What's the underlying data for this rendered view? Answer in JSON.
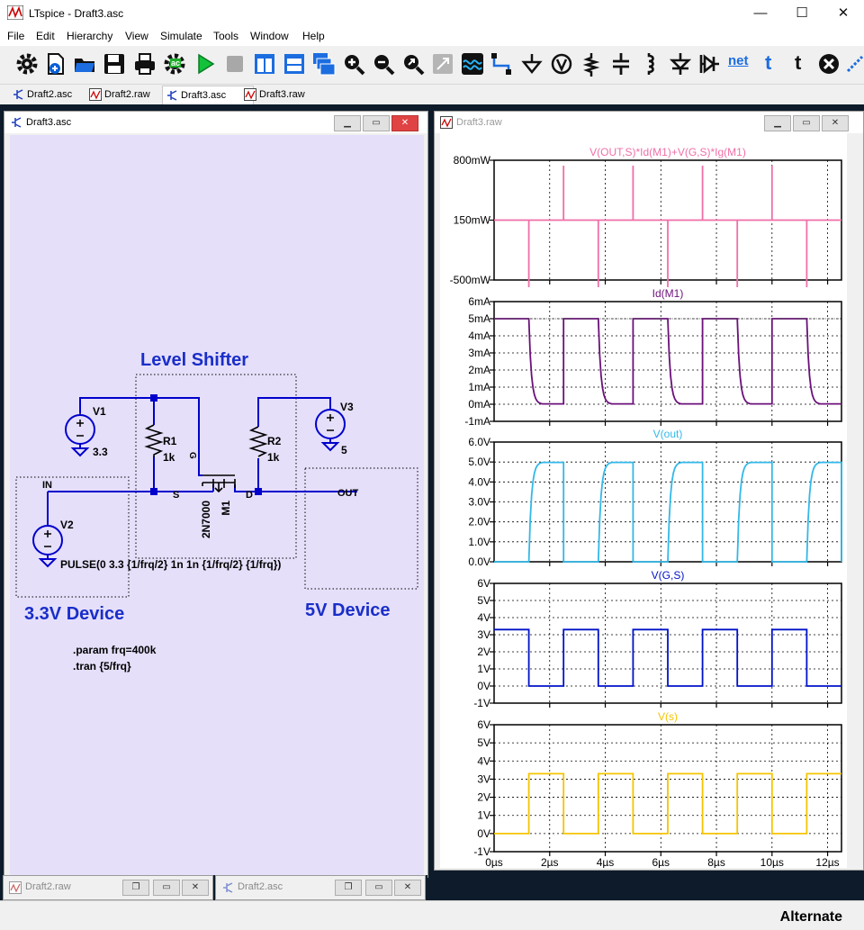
{
  "window": {
    "title": "LTspice - Draft3.asc",
    "minimize": "—",
    "maximize": "☐",
    "close": "✕"
  },
  "menu": [
    "File",
    "Edit",
    "Hierarchy",
    "View",
    "Simulate",
    "Tools",
    "Window",
    "Help"
  ],
  "toolbar": {
    "ac_label": "ac",
    "net_label": "net",
    "t_label": "t"
  },
  "tabs": [
    {
      "label": "Draft2.asc",
      "icon": "schematic-icon"
    },
    {
      "label": "Draft2.raw",
      "icon": "waveform-icon"
    },
    {
      "label": "Draft3.asc",
      "icon": "schematic-icon"
    },
    {
      "label": "Draft3.raw",
      "icon": "waveform-icon"
    }
  ],
  "schematic_window": {
    "title": "Draft3.asc"
  },
  "waveform_window": {
    "title": "Draft3.raw"
  },
  "schematic": {
    "level_shifter": "Level Shifter",
    "device_33": "3.3V Device",
    "device_5": "5V Device",
    "v1": "V1",
    "v1_val": "3.3",
    "v2": "V2",
    "v3": "V3",
    "v3_val": "5",
    "r1": "R1",
    "r1_val": "1k",
    "r2": "R2",
    "r2_val": "1k",
    "in": "IN",
    "out": "OUT",
    "gate": "G",
    "source": "S",
    "drain": "D",
    "mosfet_name": "M1",
    "mosfet_model": "2N7000",
    "pulse": "PULSE(0 3.3 {1/frq/2} 1n 1n {1/frq/2} {1/frq})",
    "param": ".param frq=400k",
    "tran": ".tran {5/frq}",
    "colors": {
      "wire": "#0000cc",
      "text": "#000000",
      "label": "#1a2ec9",
      "box": "#000000"
    }
  },
  "chart_data": [
    {
      "type": "line",
      "title": "V(OUT,S)*Id(M1)+V(G,S)*Ig(M1)",
      "color": "#f06fa8",
      "yticks": [
        "800mW",
        "150mW",
        "-500mW"
      ],
      "ylim": [
        -500,
        800
      ],
      "x": [
        0,
        12.5
      ],
      "period": 2.5,
      "spikes": {
        "up": 800,
        "down": -500,
        "base": 150
      }
    },
    {
      "type": "line",
      "title": "Id(M1)",
      "color": "#6b117a",
      "yticks": [
        "6mA",
        "5mA",
        "4mA",
        "3mA",
        "2mA",
        "1mA",
        "0mA",
        "-1mA"
      ],
      "ylim": [
        -1,
        6
      ],
      "high": 5,
      "low": 0
    },
    {
      "type": "line",
      "title": "V(out)",
      "color": "#32b8e8",
      "yticks": [
        "6.0V",
        "5.0V",
        "4.0V",
        "3.0V",
        "2.0V",
        "1.0V",
        "0.0V"
      ],
      "ylim": [
        0,
        6
      ],
      "high": 5,
      "low": 0
    },
    {
      "type": "line",
      "title": "V(G,S)",
      "color": "#0012c8",
      "yticks": [
        "6V",
        "5V",
        "4V",
        "3V",
        "2V",
        "1V",
        "0V",
        "-1V"
      ],
      "ylim": [
        -1,
        6
      ],
      "high": 3.3,
      "low": 0
    },
    {
      "type": "line",
      "title": "V(s)",
      "color": "#f5c400",
      "yticks": [
        "6V",
        "5V",
        "4V",
        "3V",
        "2V",
        "1V",
        "0V",
        "-1V"
      ],
      "ylim": [
        -1,
        6
      ],
      "high": 3.3,
      "low": 0
    }
  ],
  "xaxis": {
    "ticks": [
      "0µs",
      "2µs",
      "4µs",
      "6µs",
      "8µs",
      "10µs",
      "12µs"
    ],
    "range": [
      0,
      12.5
    ]
  },
  "minimized": [
    {
      "title": "Draft2.raw"
    },
    {
      "title": "Draft2.asc"
    }
  ],
  "status": "Alternate"
}
